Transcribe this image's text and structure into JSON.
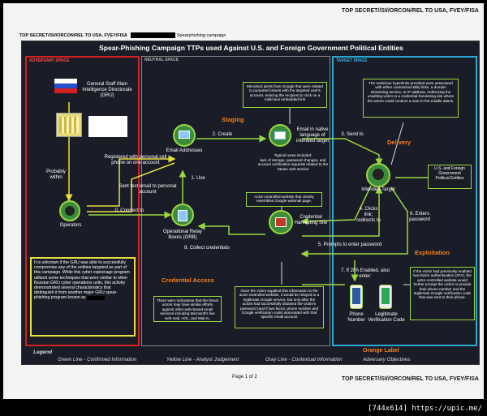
{
  "classification": "TOP SECRET//SI//ORCON/REL TO USA, FVEY/FISA",
  "inner_header": {
    "class": "TOP SECRET//SI//ORCON/REL TO USA, FVEY/FISA",
    "campaign": "Spearphishing campaign"
  },
  "title": "Spear-Phishing Campaign TTPs used Against U.S. and Foreign Government Political Entities",
  "panels": {
    "adversary": "ADVERSARY SPACE",
    "neutral": "NEUTRAL SPACE",
    "target": "TARGET SPACE"
  },
  "stages": {
    "staging": "Staging",
    "delivery": "Delivery",
    "exploitation": "Exploitation",
    "credential_access": "Credential Access"
  },
  "nodes": {
    "gru": "General Staff Main Intelligence Directorate (GRU)",
    "operators": "Operators",
    "email_addresses": "Email Addresses",
    "orb": "Operational Relay Boxes (ORB)",
    "email_native": "Email in native language of intended target",
    "credential_site": "Credential Harvesting Site",
    "intended_target": "Intended Target",
    "phone_number": "Phone Number",
    "legit_code": "Legitimate Verification Code",
    "us_foreign": "U.S. and Foreign Government Political Entities"
  },
  "edges": {
    "probably_within": "Probably within",
    "registered": "Registered with personal cell phone on one account",
    "sent_test": "Sent test email to personal account",
    "connect": "0. Connect to",
    "use": "1. Use",
    "create": "2. Create",
    "send_to": "3. Send to",
    "clicks_link": "4. Clicks link; redirects to",
    "prompts": "5. Prompts to enter password",
    "enters_password": "6. Enters password",
    "twofa": "7. If 2FA Enabled, also enter:",
    "collect": "8. Collect credentials"
  },
  "boxes": {
    "mimicked": "Mimicked alerts from Google that were related to purported issues with the targeted user's account, enticing the recipient to click on a malicious embedded link",
    "ruses_title": "Typical ruses included:",
    "ruses": "lack of storage, password changes, and account verification requests related to the Steam web service",
    "hyperlinks": "The malicious hyperlinks provided were associated with either customized Bitly links, a domain shortening service, or IP address, redirecting the unwitting victim to a credential-harvesting site where the actors could conduct a man-in-the-middle attack.",
    "actor_site": "Actor-controlled website that closely resembles Google webmail page.",
    "unknown": "It is unknown if the GRU was able to successfully compromise any of the entities targeted as part of this campaign. While this cyber espionage program utilized some techniques that were similar to other Russian GRU cyber operations units, this activity demonstrated several characteristics that distinguish it from another major GRU spear-phishing program known as",
    "indications": "There were indications that the threat actors may have similar efforts against other web-based email services including Microsoft's live web mail, AOL, and Mail.ru.",
    "victim_supplied": "Once the victim supplied this information to the actor-controlled website, it would be relayed to a legitimate Google service, but only after the actors had successfully obtained the victim's password (and if two-factor, phone number and Google verification code) associated with that specific email account",
    "twofa_box": "If the victim had previously enabled two-factor authentication (2FA), the actor-controlled website would further prompt the victim to provide their phone number and the legitimate Google verification code that was sent to their phone."
  },
  "legend": {
    "label": "Legend",
    "green": "Green Line - Confirmed Information",
    "yellow": "Yellow Line - Analyst Judgement",
    "gray": "Gray Line - Contextual Information",
    "orange_title": "Orange Label",
    "orange_sub": "Adversary Objectives"
  },
  "page": "Page 1 of 2",
  "footer": "[744x614] https://upic.me/",
  "colors": {
    "green": "#9bd642",
    "yellow": "#e8e040",
    "gray": "#b0b0b0",
    "orange": "#f08020",
    "red": "#d42020",
    "blue": "#2ba7d4"
  }
}
